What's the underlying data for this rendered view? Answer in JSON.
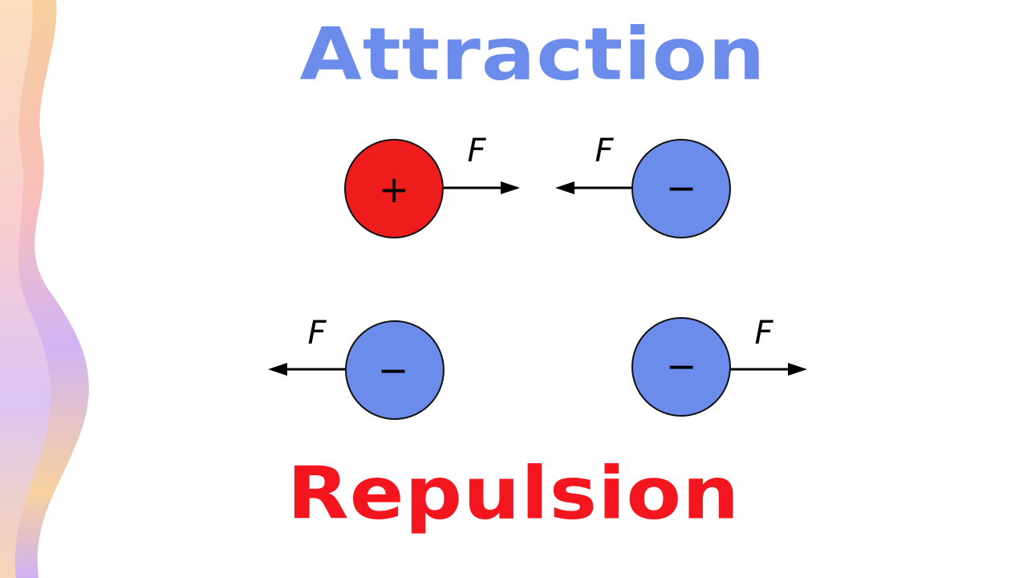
{
  "titles": {
    "attraction": "Attraction",
    "repulsion": "Repulsion"
  },
  "colors": {
    "attraction_title": "#6B8CEA",
    "repulsion_title": "#F4161E",
    "positive_charge": "#EE1C1C",
    "negative_charge": "#6B8CEA",
    "outline": "#111111",
    "arrow": "#000000",
    "background": "#FFFFFF"
  },
  "diagram": {
    "attraction": {
      "left_charge": {
        "sign": "+",
        "force_label": "F",
        "force_direction": "right"
      },
      "right_charge": {
        "sign": "−",
        "force_label": "F",
        "force_direction": "left"
      }
    },
    "repulsion": {
      "left_charge": {
        "sign": "−",
        "force_label": "F",
        "force_direction": "left"
      },
      "right_charge": {
        "sign": "−",
        "force_label": "F",
        "force_direction": "right"
      }
    }
  }
}
